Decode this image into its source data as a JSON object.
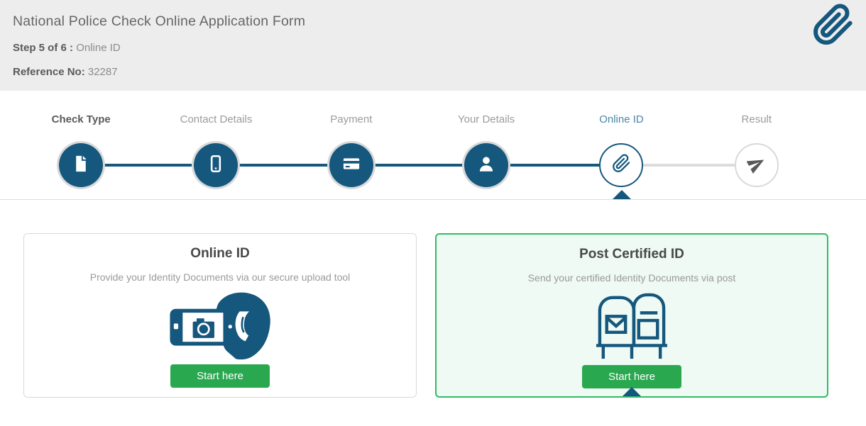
{
  "header": {
    "title": "National Police Check Online Application Form",
    "step_label": "Step 5 of 6 :",
    "step_value": "Online ID",
    "reference_label": "Reference No:",
    "reference_value": "32287",
    "logo_icon": "paperclip-icon"
  },
  "stepper": {
    "steps": [
      {
        "label": "Check Type",
        "icon": "file-icon",
        "state": "done"
      },
      {
        "label": "Contact Details",
        "icon": "phone-icon",
        "state": "done"
      },
      {
        "label": "Payment",
        "icon": "credit-card-icon",
        "state": "done"
      },
      {
        "label": "Your Details",
        "icon": "person-icon",
        "state": "done"
      },
      {
        "label": "Online ID",
        "icon": "paperclip-icon",
        "state": "active"
      },
      {
        "label": "Result",
        "icon": "paper-plane-icon",
        "state": "todo"
      }
    ]
  },
  "cards": [
    {
      "title": "Online ID",
      "description": "Provide your Identity Documents via our secure upload tool",
      "icon": "camera-phone-hand-icon",
      "button_label": "Start here",
      "selected": false
    },
    {
      "title": "Post Certified ID",
      "description": "Send your certified Identity Documents via post",
      "icon": "mailboxes-icon",
      "button_label": "Start here",
      "selected": true
    }
  ],
  "colors": {
    "primary_blue": "#15577d",
    "active_label_blue": "#4a86a6",
    "button_green": "#2aa84f",
    "selected_border_green": "#2ebd62",
    "selected_bg_green": "#eefaf3",
    "header_bg": "#ededed",
    "divider_gray": "#dcdcdc"
  }
}
